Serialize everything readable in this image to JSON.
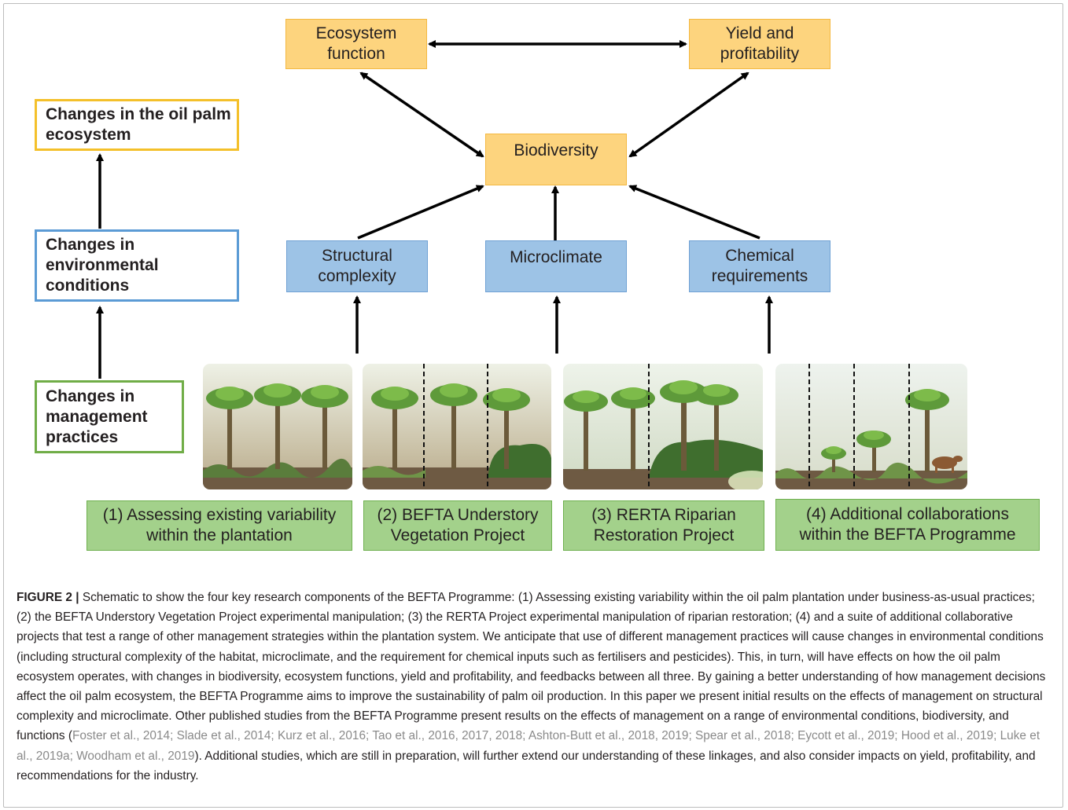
{
  "diagram": {
    "left_column": {
      "ecosystem": "Changes in the oil palm ecosystem",
      "environment": "Changes in environmental conditions",
      "management": "Changes in management practices"
    },
    "top": {
      "ecosystem_function": "Ecosystem\nfunction",
      "yield": "Yield and\nprofitability",
      "biodiversity": "Biodiversity"
    },
    "middle": {
      "structural": "Structural\ncomplexity",
      "microclimate": "Microclimate",
      "chemical": "Chemical\nrequirements"
    },
    "bottom": {
      "one": "(1) Assessing existing variability\nwithin the plantation",
      "two": "(2) BEFTA Understory\nVegetation Project",
      "three": "(3) RERTA Riparian\nRestoration Project",
      "four": "(4) Additional collaborations\nwithin the BEFTA Programme"
    },
    "colors": {
      "orange_fill": "#fdd47e",
      "blue_fill": "#9dc3e6",
      "green_fill": "#a3d18b",
      "yellow_outline": "#f4c02a",
      "blue_outline": "#5b9bd5",
      "green_outline": "#70ad47"
    }
  },
  "caption": {
    "label": "FIGURE 2 |",
    "text_main": " Schematic to show the four key research components of the BEFTA Programme: (1) Assessing existing variability within the oil palm plantation under business-as-usual practices; (2) the BEFTA Understory Vegetation Project experimental manipulation; (3) the RERTA Project experimental manipulation of riparian restoration; (4) and a suite of additional collaborative projects that test a range of other management strategies within the plantation system. We anticipate that use of different management practices will cause changes in environmental conditions (including structural complexity of the habitat, microclimate, and the requirement for chemical inputs such as fertilisers and pesticides). This, in turn, will have effects on how the oil palm ecosystem operates, with changes in biodiversity, ecosystem functions, yield and profitability, and feedbacks between all three. By gaining a better understanding of how management decisions affect the oil palm ecosystem, the BEFTA Programme aims to improve the sustainability of palm oil production. In this paper we present initial results on the effects of management on structural complexity and microclimate. Other published studies from the BEFTA Programme present results on the effects of management on a range of environmental conditions, biodiversity, and functions (",
    "citations": "Foster et al., 2014; Slade et al., 2014; Kurz et al., 2016; Tao et al., 2016, 2017, 2018; Ashton-Butt et al., 2018, 2019; Spear et al., 2018; Eycott et al., 2019; Hood et al., 2019; Luke et al., 2019a; Woodham et al., 2019",
    "text_end": "). Additional studies, which are still in preparation, will further extend our understanding of these linkages, and also consider impacts on yield, profitability, and recommendations for the industry."
  }
}
